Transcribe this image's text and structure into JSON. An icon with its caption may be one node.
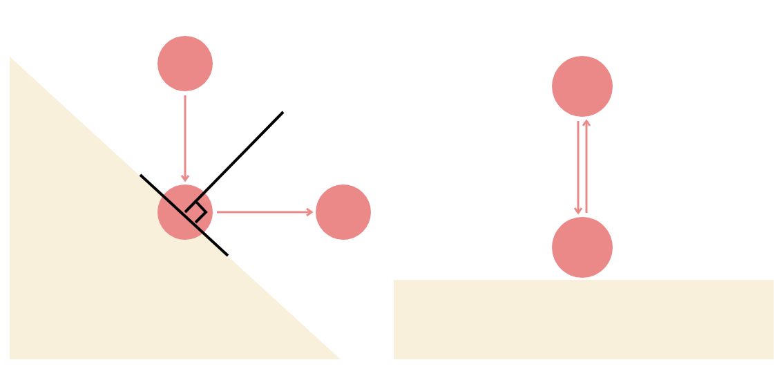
{
  "diagram": {
    "nodes": [
      {
        "text": [],
        "shape": "circle"
      },
      {
        "text": [],
        "shape": "circle"
      },
      {
        "text": [],
        "shape": "circle"
      },
      {
        "text": [],
        "shape": "circle"
      },
      {
        "text": [],
        "shape": "circle"
      }
    ],
    "edges": [
      {
        "from": 0,
        "to": 1,
        "arrow": "to"
      },
      {
        "from": 1,
        "to": 2,
        "arrow": "to"
      },
      {
        "from": 3,
        "to": 4,
        "arrow": "to"
      },
      {
        "from": 4,
        "to": 3,
        "arrow": "to"
      }
    ]
  }
}
